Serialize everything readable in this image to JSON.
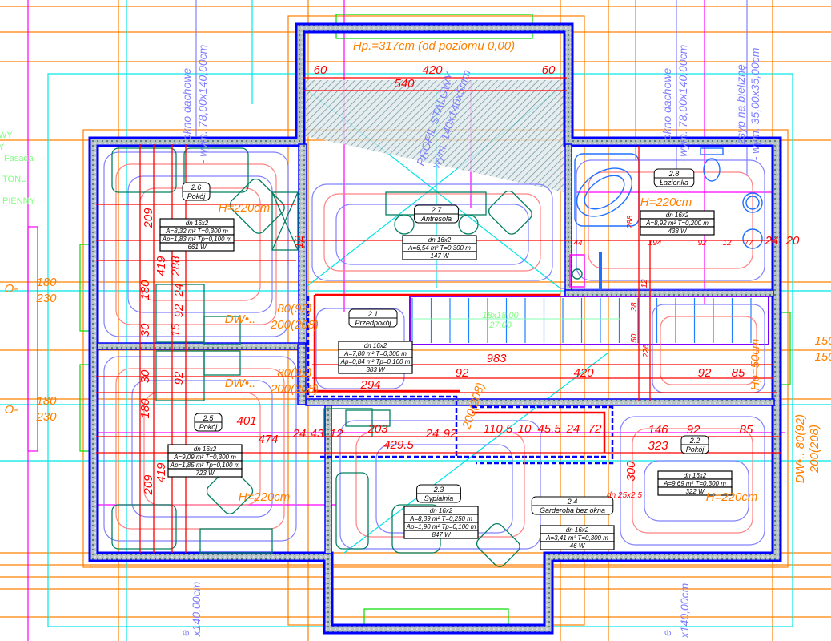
{
  "drawing": {
    "header_note": "Hp.=317cm (od poziomu 0,00)",
    "beam_label": "PROFIL STALOWY",
    "beam_size": "wym. 140x140x5mm",
    "stairs_line1": "18x18,00",
    "stairs_line2": "27,00",
    "left_legend": [
      "WY",
      "Y",
      "Fasada",
      "TONU",
      "PIENNY"
    ],
    "vertical_notes": [
      "okno dachowe",
      "- wym. 78,00x140,00cm",
      "okno dachowe",
      "- wym. 78,00x140,00cm",
      "zsyp na bieliznę",
      "- wym. 35,00x35,00cm",
      "e",
      "x140,00cm",
      "e",
      "x140,00cm"
    ],
    "orange_notes": [
      "180",
      "230",
      "O-",
      "180",
      "230",
      "O-",
      "150",
      "150",
      "DW•..",
      "80(92)",
      "200(208)",
      "DW•..",
      "80(92)",
      "200(208)",
      "H=220cm",
      "H=220cm",
      "H=220cm",
      "H=220cm",
      "Hp=50cm",
      "DW•.. 80(92)",
      "200(208)",
      "200(208)"
    ],
    "dimensions": [
      "60",
      "420",
      "60",
      "540",
      "209",
      "419",
      "288",
      "180",
      "24",
      "92",
      "30",
      "15",
      "30",
      "92",
      "983",
      "92",
      "420",
      "92",
      "85",
      "146",
      "92",
      "85",
      "323",
      "300",
      "203",
      "429.5",
      "24",
      "43",
      "12",
      "24",
      "92",
      "110.5",
      "10",
      "45.5",
      "24",
      "72",
      "294",
      "474",
      "401",
      "180",
      "419",
      "209",
      "12",
      "20",
      "24"
    ],
    "small_dimensions": [
      "44",
      "194",
      "92",
      "12",
      "77",
      "12",
      "38",
      "150",
      "226",
      "288",
      "dn 25x2,5"
    ]
  },
  "rooms": [
    {
      "number": "2.6",
      "name": "Pokój",
      "table": [
        "dn 16x2",
        "A=8,32 m² T=0,300 m",
        "Ap=1,83 m² Tp=0,100 m",
        "661 W"
      ]
    },
    {
      "number": "2.7",
      "name": "Antresola",
      "table": [
        "dn 16x2",
        "A=6,54 m² T=0,300 m",
        "147 W"
      ]
    },
    {
      "number": "2.8",
      "name": "Łazienka",
      "table": [
        "dn 16x2",
        "A=8,92 m² T=0,200 m",
        "438 W"
      ]
    },
    {
      "number": "2.1",
      "name": "Przedpokój",
      "table": [
        "dn 16x2",
        "A=7,80 m² T=0,300 m",
        "Ap=0,84 m² Tp=0,100 m",
        "383 W"
      ]
    },
    {
      "number": "2.5",
      "name": "Pokój",
      "table": [
        "dn 16x2",
        "A=9,09 m² T=0,300 m",
        "Ap=1,85 m² Tp=0,100 m",
        "723 W"
      ]
    },
    {
      "number": "2.3",
      "name": "Sypialnia",
      "table": [
        "dn 16x2",
        "A=8,39 m² T=0,250 m",
        "Ap=1,90 m² Tp=0,100 m",
        "847 W"
      ]
    },
    {
      "number": "2.4",
      "name": "Garderoba bez okna",
      "table": [
        "dn 16x2",
        "A=3,41 m² T=0,300 m",
        "46 W"
      ]
    },
    {
      "number": "2.2",
      "name": "Pokój",
      "table": [
        "dn 16x2",
        "A=9,69 m² T=0,300 m",
        "322 W"
      ]
    }
  ],
  "colors": {
    "wall": "#0000ff",
    "dimension": "#ff0000",
    "annotation": "#ff8000",
    "note": "#8080ff",
    "heating_loop_a": "#8080ff",
    "heating_loop_b": "#ff8080",
    "furniture": "#008060"
  }
}
